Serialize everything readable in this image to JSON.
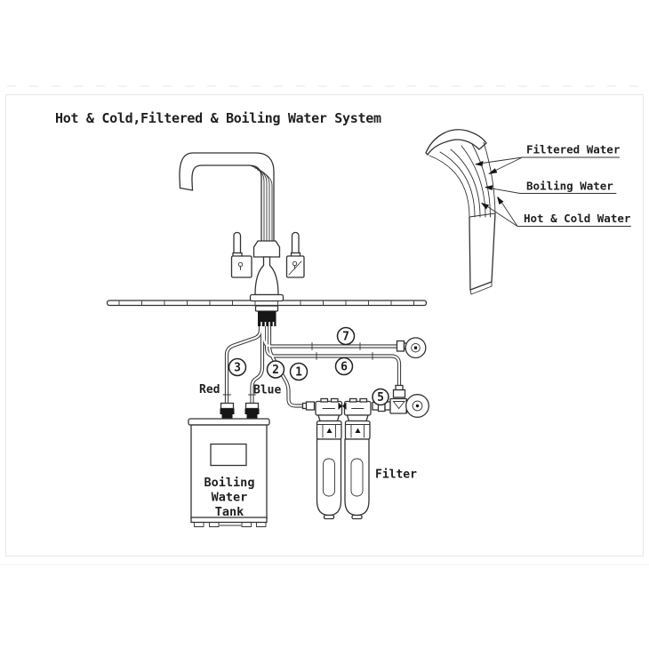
{
  "title": "Hot & Cold,Filtered & Boiling Water System",
  "colors": {
    "line_art": "#333333",
    "text": "#1f1f1f",
    "black_fill": "#161616",
    "background": "#ffffff"
  },
  "spout_inset": {
    "labels": [
      {
        "label": "Filtered Water"
      },
      {
        "label": "Boiling Water"
      },
      {
        "label": "Hot & Cold Water"
      }
    ]
  },
  "callouts": {
    "n1": "1",
    "n2": "2",
    "n3": "3",
    "n5": "5",
    "n6": "6",
    "n7": "7"
  },
  "pipe_labels": {
    "red": "Red",
    "blue": "Blue"
  },
  "tank": {
    "label_lines": [
      "Boiling",
      "Water",
      "Tank"
    ]
  },
  "filter": {
    "label": "Filter"
  }
}
